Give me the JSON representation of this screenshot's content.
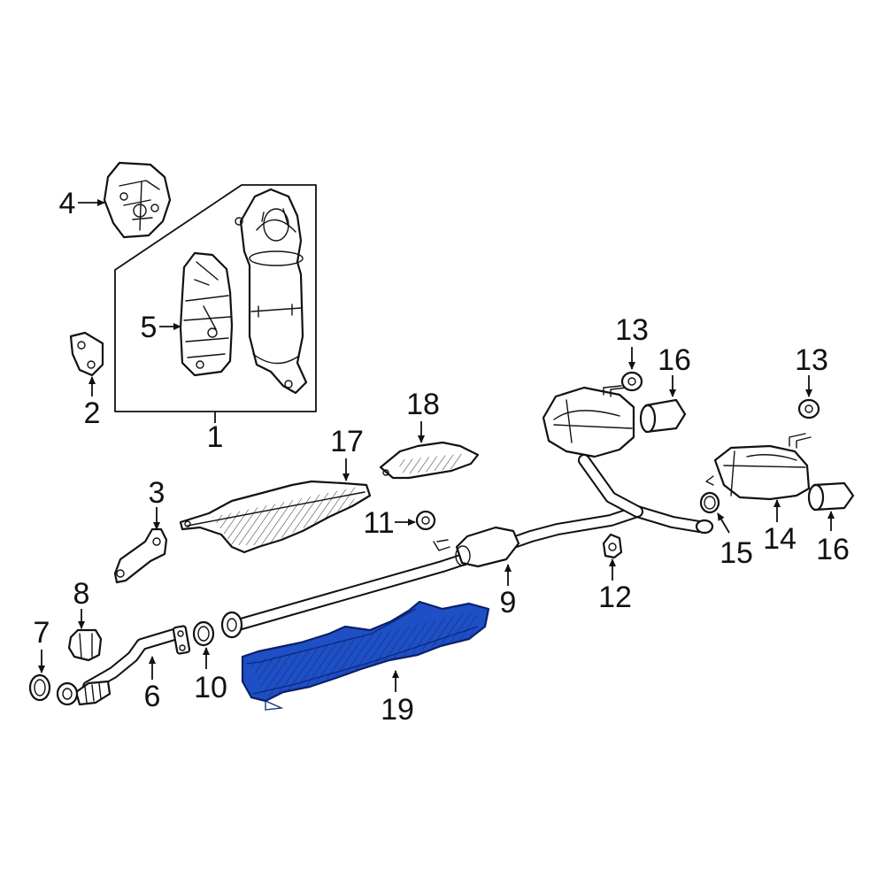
{
  "diagram": {
    "highlight_color": "#1f4fc4",
    "highlighted_part": "19",
    "callouts": {
      "c1": "1",
      "c2": "2",
      "c3": "3",
      "c4": "4",
      "c5": "5",
      "c6": "6",
      "c7": "7",
      "c8": "8",
      "c9": "9",
      "c10": "10",
      "c11": "11",
      "c12": "12",
      "c13a": "13",
      "c13b": "13",
      "c14": "14",
      "c15": "15",
      "c16a": "16",
      "c16b": "16",
      "c17": "17",
      "c18": "18",
      "c19": "19"
    }
  }
}
